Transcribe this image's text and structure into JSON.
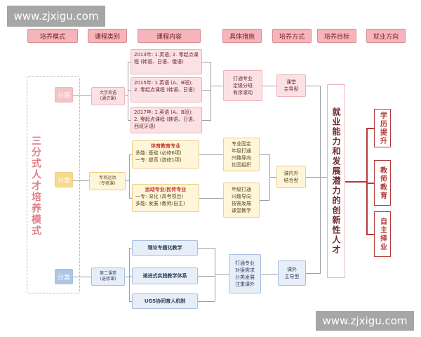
{
  "watermark": "www.zjxigu.com",
  "headers": [
    "培养模式",
    "课程类别",
    "课程内容",
    "具体措施",
    "培养方式",
    "培养目标",
    "就业方向"
  ],
  "left_title": "三分式人才培养模式",
  "tiers": {
    "top": {
      "label": "分层",
      "category": "大学英语\n(通识课)",
      "contents": [
        "2013年: 1.英语; 2. 零起点课程 (韩语、日语、俄语)",
        "2015年: 1.英语 (A、B班); 2. 零起点课程 (韩语、日语)",
        "2017年: 1.英语 (A、B班); 2. 零起点课程 (韩语、日语、西班牙语)"
      ],
      "measure": "打通专业\n定级分班\n有序滚动",
      "method": "课堂\n主导型"
    },
    "mid": {
      "label": "分类",
      "category": "专项运动\n(专修课)",
      "contents": [
        {
          "title": "体育教育专业",
          "line1": "多能: 基础 (必修6项)",
          "line2": "一专: 提高 (选修1项)"
        },
        {
          "title": "运动专业/民传专业",
          "line1": "一专: 深化 (高考项目)",
          "line2": "多能: 发展 (教师/自主)"
        }
      ],
      "measures": [
        "专业固定\n年级打通\n兴趣导向\n社团组织",
        "年级打通\n兴趣导向\n按需发展\n课堂教学"
      ],
      "method": "课内外\n结合型"
    },
    "bot": {
      "label": "分类",
      "category": "第二课堂\n(选修课)",
      "contents": [
        "理论专题化教学",
        "递进式实践教学体系",
        "UGS协同育人机制"
      ],
      "measure": "打通专业\n对接需求\n分类发展\n注重课外",
      "method": "课外\n主导型"
    }
  },
  "goal": "就业能力和发展潜力的创新性人才",
  "careers": [
    "学历提升",
    "教师教育",
    "自主择业"
  ],
  "colors": {
    "header": "#f5b5bb",
    "pink": "#fbe1e4",
    "yellow": "#fff5d9",
    "blue": "#e7eef8",
    "accent": "#b33a3a"
  }
}
